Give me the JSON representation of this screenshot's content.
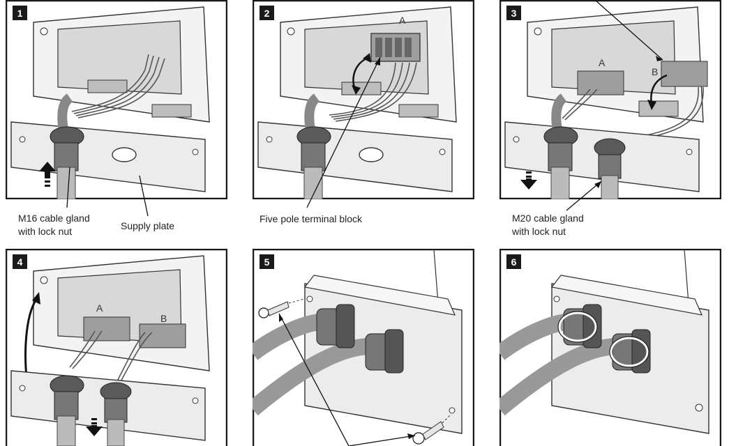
{
  "panels": [
    {
      "step": "1"
    },
    {
      "step": "2",
      "label_a": "A"
    },
    {
      "step": "3",
      "label_a": "A",
      "label_b": "B"
    },
    {
      "step": "4",
      "label_a": "A",
      "label_b": "B"
    },
    {
      "step": "5"
    },
    {
      "step": "6"
    }
  ],
  "captions": {
    "m16_line1": "M16 cable gland",
    "m16_line2": "with lock nut",
    "supply_plate": "Supply plate",
    "terminal_block": "Five pole terminal block",
    "m20_line1": "M20 cable gland",
    "m20_line2": "with lock nut"
  },
  "icons": [
    "push-up-arrow-icon",
    "pull-down-arrow-icon",
    "rotate-arrow-icon",
    "screw-icon",
    "tighten-rotation-icon"
  ]
}
